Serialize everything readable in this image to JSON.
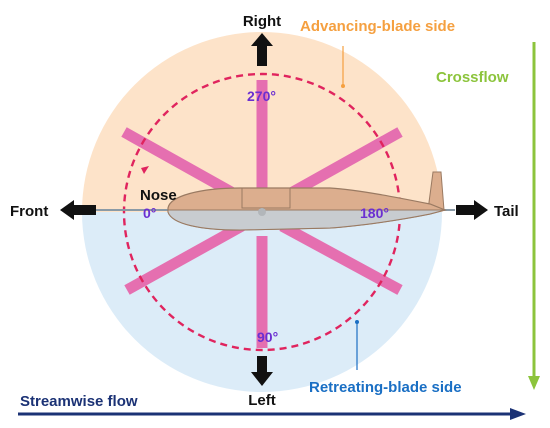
{
  "labels": {
    "right": "Right",
    "left": "Left",
    "front": "Front",
    "tail": "Tail",
    "nose": "Nose",
    "advancing_side": "Advancing-blade side",
    "retreating_side": "Retreating-blade side",
    "crossflow": "Crossflow",
    "streamwise_flow": "Streamwise flow"
  },
  "azimuth_labels": {
    "a0": "0°",
    "a90": "90°",
    "a180": "180°",
    "a270": "270°"
  },
  "colors": {
    "advancing_fill": "#fde3c9",
    "retreating_fill": "#dcecf8",
    "blade": "#e56fb0",
    "dashed_circle": "#e0245e",
    "fuselage": "#dcae8e",
    "fuselage_stroke": "#9a7a62",
    "advancing_text": "#f5a040",
    "retreating_text": "#1a6fc4",
    "crossflow_text": "#8cc43c",
    "crossflow_arrow": "#8cc43c",
    "streamwise_text": "#1b3275",
    "streamwise_arrow": "#1b3275",
    "azimuth_text": "#6b2fd1",
    "arrow_black": "#111111"
  }
}
